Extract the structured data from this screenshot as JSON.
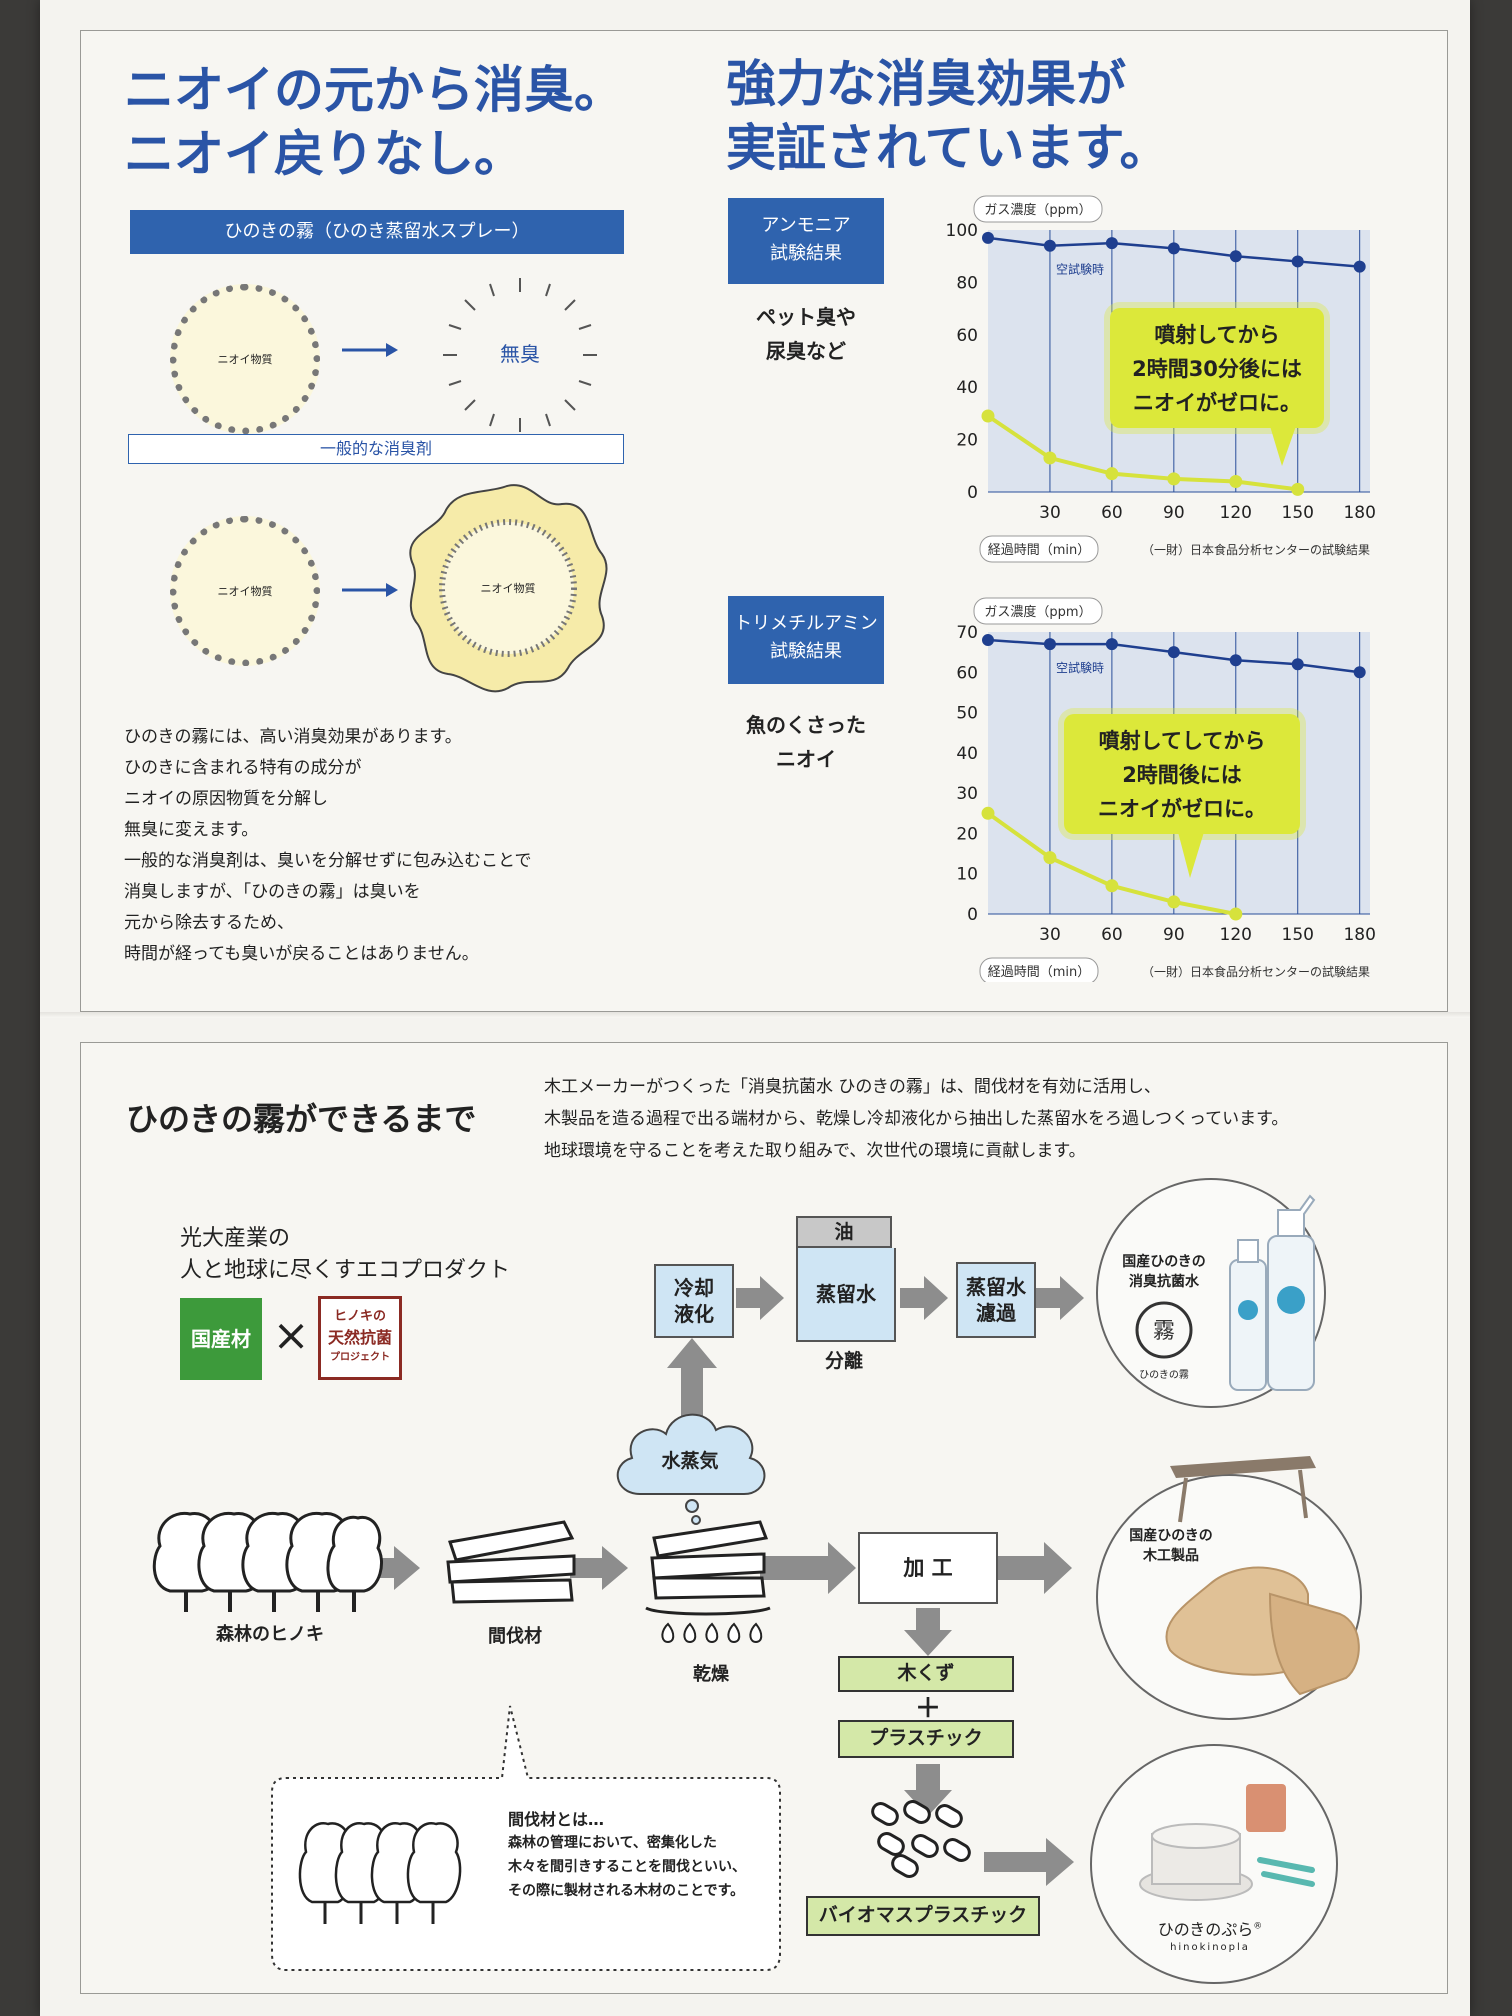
{
  "top": {
    "left_heading": [
      "ニオイの元から消臭。",
      "ニオイ戻りなし。"
    ],
    "right_heading": [
      "強力な消臭効果が",
      "実証されています。"
    ],
    "product_band": "ひのきの霧（ひのき蒸留水スプレー）",
    "odor_label": "ニオイ物質",
    "odorless_label": "無臭",
    "general_band": "一般的な消臭剤",
    "description": [
      "ひのきの霧には、高い消臭効果があります。",
      "ひのきに含まれる特有の成分が",
      "ニオイの原因物質を分解し",
      "無臭に変えます。",
      "一般的な消臭剤は、臭いを分解せずに包み込むことで",
      "消臭しますが、「ひのきの霧」は臭いを",
      "元から除去するため、",
      "時間が経っても臭いが戻ることはありません。"
    ]
  },
  "tests": [
    {
      "tag": [
        "アンモニア",
        "試験結果"
      ],
      "subject": [
        "ペット臭や",
        "尿臭など"
      ],
      "callout": [
        "噴射してから",
        "2時間30分後には",
        "ニオイがゼロに。"
      ]
    },
    {
      "tag": [
        "トリメチルアミン",
        "試験結果"
      ],
      "subject": [
        "魚のくさった",
        "ニオイ"
      ],
      "callout": [
        "噴射してしてから",
        "2時間後には",
        "ニオイがゼロに。"
      ]
    }
  ],
  "chart_data": [
    {
      "type": "line",
      "ylabel": "ガス濃度（ppm）",
      "xlabel": "経過時間（min）",
      "source": "（一財）日本食品分析センターの試験結果",
      "x_ticks": [
        30,
        60,
        90,
        120,
        150,
        180
      ],
      "y_ticks": [
        0,
        20,
        40,
        60,
        80,
        100
      ],
      "xlim": [
        0,
        185
      ],
      "ylim": [
        0,
        100
      ],
      "grid": true,
      "series": [
        {
          "name": "空試験時",
          "color": "#1f3f8f",
          "points": [
            [
              0,
              97
            ],
            [
              30,
              94
            ],
            [
              60,
              95
            ],
            [
              90,
              93
            ],
            [
              120,
              90
            ],
            [
              150,
              88
            ],
            [
              180,
              86
            ]
          ]
        },
        {
          "color": "#d6e23c",
          "points": [
            [
              0,
              29
            ],
            [
              30,
              13
            ],
            [
              60,
              7
            ],
            [
              90,
              5
            ],
            [
              120,
              4
            ],
            [
              150,
              1
            ]
          ]
        }
      ]
    },
    {
      "type": "line",
      "ylabel": "ガス濃度（ppm）",
      "xlabel": "経過時間（min）",
      "source": "（一財）日本食品分析センターの試験結果",
      "x_ticks": [
        30,
        60,
        90,
        120,
        150,
        180
      ],
      "y_ticks": [
        0,
        10,
        20,
        30,
        40,
        50,
        60,
        70
      ],
      "xlim": [
        0,
        185
      ],
      "ylim": [
        0,
        70
      ],
      "grid": true,
      "series": [
        {
          "name": "空試験時",
          "color": "#1f3f8f",
          "points": [
            [
              0,
              68
            ],
            [
              30,
              67
            ],
            [
              60,
              67
            ],
            [
              90,
              65
            ],
            [
              120,
              63
            ],
            [
              150,
              62
            ],
            [
              180,
              60
            ]
          ]
        },
        {
          "color": "#d6e23c",
          "points": [
            [
              0,
              25
            ],
            [
              30,
              14
            ],
            [
              60,
              7
            ],
            [
              90,
              3
            ],
            [
              120,
              0
            ]
          ]
        }
      ]
    }
  ],
  "bottom": {
    "heading": "ひのきの霧ができるまで",
    "intro": [
      "木工メーカーがつくった「消臭抗菌水 ひのきの霧」は、間伐材を有効に活用し、",
      "木製品を造る過程で出る端材から、乾燥し冷却液化から抽出した蒸留水をろ過しつくっています。",
      "地球環境を守ることを考えた取り組みで、次世代の環境に貢献します。"
    ],
    "company": [
      "光大産業の",
      "人と地球に尽くすエコプロダクト"
    ],
    "badge_domestic": "国産材",
    "badge_cross": "×",
    "badge_project": [
      "ヒノキの",
      "天然抗菌",
      "プロジェクト"
    ],
    "steps": {
      "cooling": [
        "冷却",
        "液化"
      ],
      "oil": "油",
      "distilled": "蒸留水",
      "separation": "分離",
      "filtration": [
        "蒸留水",
        "濾過"
      ],
      "steam": "水蒸気",
      "forest": "森林のヒノキ",
      "thinned": "間伐材",
      "drying": "乾燥",
      "processing": "加 工",
      "wood_chips": "木くず",
      "plus": "＋",
      "plastic": "プラスチック",
      "biomass": "バイオマスプラスチック"
    },
    "products": {
      "spray": [
        "国産ひのきの",
        "消臭抗菌水"
      ],
      "spray_brand": "ひのきの霧",
      "woodwork": [
        "国産ひのきの",
        "木工製品"
      ],
      "hinokinopla": "ひのきのぷら",
      "hinokinopla_reg": "®",
      "hinokinopla_roman": "hinokinopla"
    },
    "definition": {
      "title": "間伐材とは…",
      "text": [
        "森林の管理において、密集化した",
        "木々を間引きすることを間伐といい、",
        "その際に製材される木材のことです。"
      ]
    }
  }
}
